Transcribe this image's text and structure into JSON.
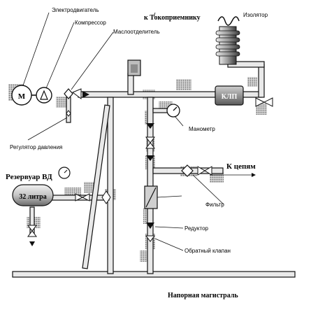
{
  "labels": {
    "motor": "Электродвигатель",
    "compressor": "Компрессор",
    "oil_separator": "Маслоотделитель",
    "to_collector": "к Токоприемнику",
    "insulator": "Изолятор",
    "pressure_regulator": "Регулятор давления",
    "manometer": "Манометр",
    "to_circuits": "К цепям",
    "reservoir_title": "Резервуар ВД",
    "reservoir_volume": "32 литра",
    "filter": "Фильтр",
    "reducer": "Редуктор",
    "check_valve": "Обратный клапан",
    "main_line": "Напорная магистраль"
  },
  "symbols": {
    "motor_letter": "М",
    "klp": "КЛП"
  },
  "colors": {
    "pipe_fill": "#e9e9e9",
    "stroke": "#111111",
    "hatch": "#9a9a9a"
  }
}
